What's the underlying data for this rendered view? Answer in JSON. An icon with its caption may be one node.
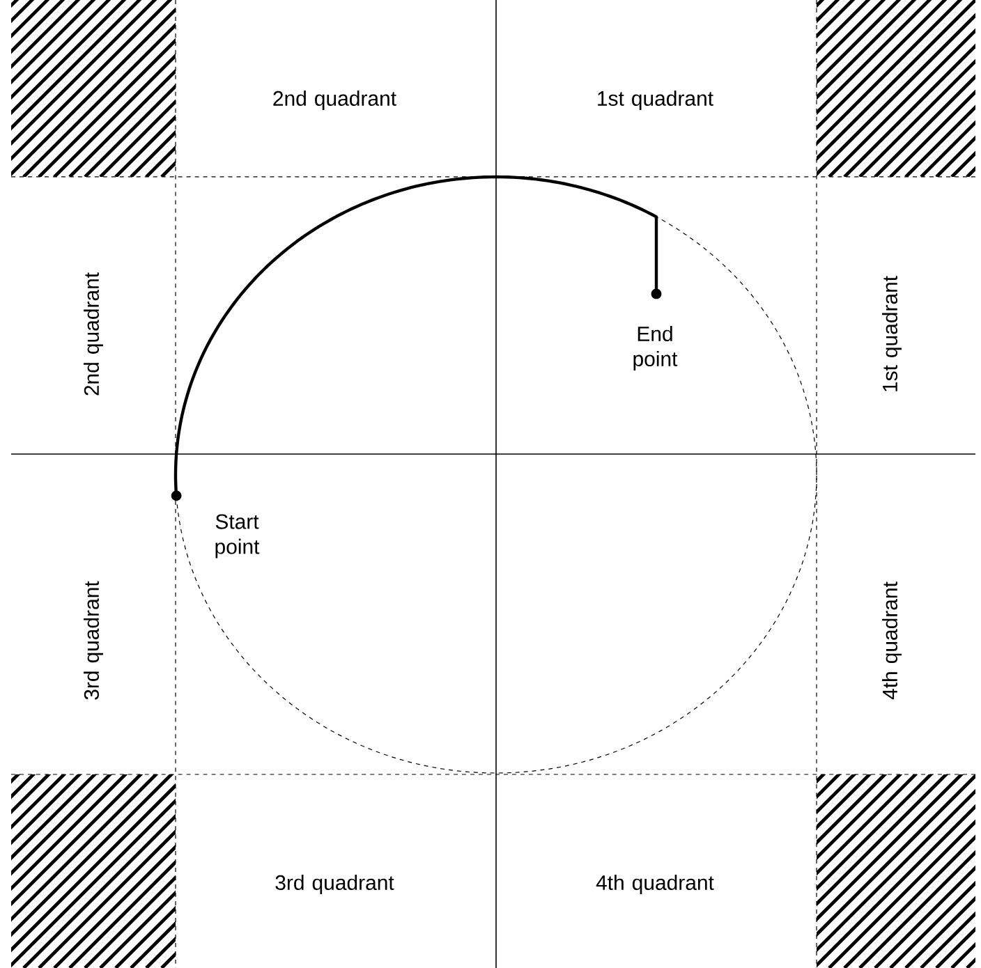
{
  "diagram": {
    "labels": [
      "2nd quadrant",
      "1st quadrant",
      "2nd quadrant",
      "End point",
      "1st quadrant",
      "Start point",
      "3rd quadrant",
      "4th quadrant",
      "3rd quadrant",
      "4th quadrant"
    ]
  }
}
